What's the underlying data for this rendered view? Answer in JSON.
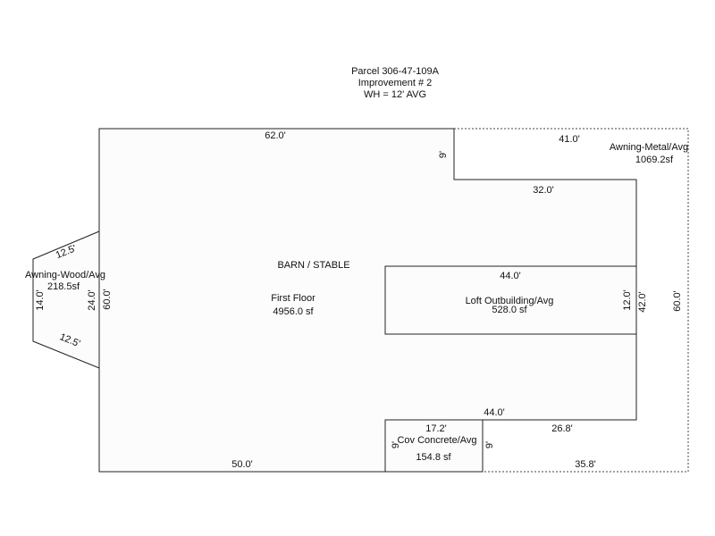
{
  "header": {
    "parcel": "Parcel 306-47-109A",
    "improvement": "Improvement # 2",
    "wall_height": "WH = 12' AVG"
  },
  "areas": {
    "main": {
      "name": "BARN / STABLE",
      "level": "First Floor",
      "size": "4956.0 sf"
    },
    "loft": {
      "name": "Loft Outbuilding/Avg",
      "size": "528.0 sf"
    },
    "awning_metal": {
      "name": "Awning-Metal/Avg",
      "size": "1069.2sf"
    },
    "awning_wood": {
      "name": "Awning-Wood/Avg",
      "size": "218.5sf"
    },
    "cov_concrete": {
      "name": "Cov Concrete/Avg",
      "size": "154.8 sf"
    }
  },
  "dimensions": {
    "top_main": "62.0'",
    "top_awning": "41.0'",
    "notch_height": "9'",
    "notch_width": "32.0'",
    "loft_width": "44.0'",
    "loft_height": "12.0'",
    "right_wall": "42.0'",
    "awning_right": "60.0'",
    "left_wall": "60.0'",
    "wood_inner": "24.0'",
    "wood_outer": "14.0'",
    "wood_top": "12.5'",
    "wood_bottom": "12.5'",
    "lower_notch_width": "44.0'",
    "lower_right": "26.8'",
    "cov_width": "17.2'",
    "cov_left": "9'",
    "cov_right": "9'",
    "bottom_main": "50.0'",
    "bottom_awning": "35.8'"
  }
}
